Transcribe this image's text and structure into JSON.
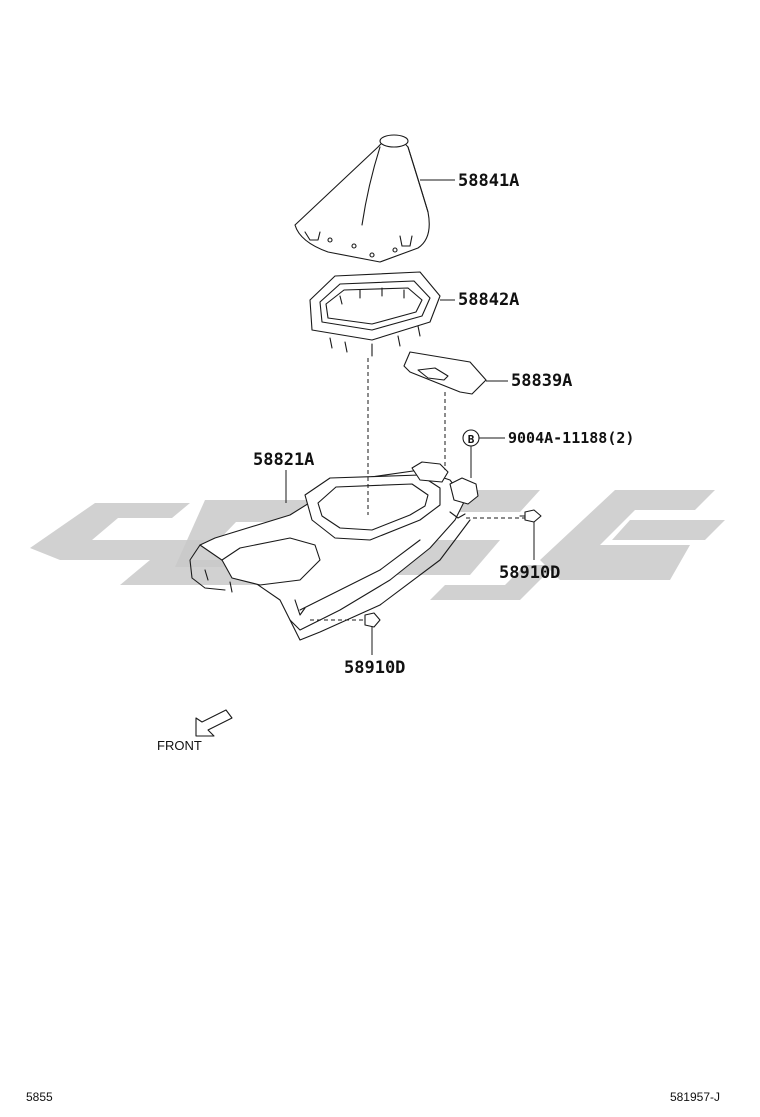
{
  "diagram": {
    "parts": {
      "shift_boot": "58841A",
      "boot_retainer": "58842A",
      "trim_panel": "58839A",
      "bolt": "9004A-11188",
      "bolt_qty": "(2)",
      "bolt_badge": "B",
      "console_box": "58821A",
      "clip_right": "58910D",
      "clip_bottom": "58910D"
    },
    "direction_label": "FRONT",
    "footer": {
      "left_code": "5855",
      "right_code": "581957-J"
    }
  }
}
